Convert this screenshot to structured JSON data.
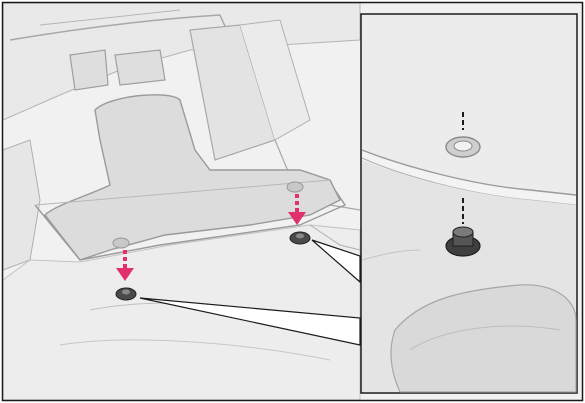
{
  "figure": {
    "kind": "floor-mat-installation-illustration",
    "panels": [
      "floor-overview",
      "detail-inset"
    ],
    "callouts": 2
  },
  "colors": {
    "frame": "#1a1a1a",
    "background": "#f1f1f1",
    "mat_fill": "#dcdcdc",
    "mat_edge": "#bfbfbf",
    "line_art": "#a8a8a8",
    "arrow": "#e0306e",
    "hook_dark": "#4a4a4a",
    "hole_light": "#c8c8c8"
  },
  "icons": [
    "down-arrow-icon",
    "retaining-hook-icon",
    "mat-hole-icon"
  ]
}
